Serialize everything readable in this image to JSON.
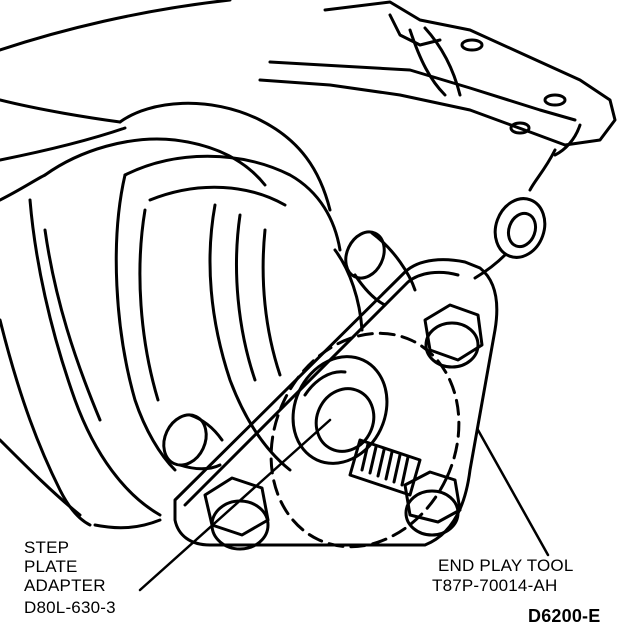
{
  "labels": {
    "step_plate_adapter": {
      "line1": "STEP",
      "line2": "PLATE",
      "line3": "ADAPTER",
      "part_no": "D80L-630-3"
    },
    "end_play_tool": {
      "line1": "END PLAY TOOL",
      "part_no": "T87P-70014-AH"
    },
    "figure_id": "D6200-E"
  },
  "colors": {
    "ink": "#000000",
    "paper": "#ffffff"
  }
}
